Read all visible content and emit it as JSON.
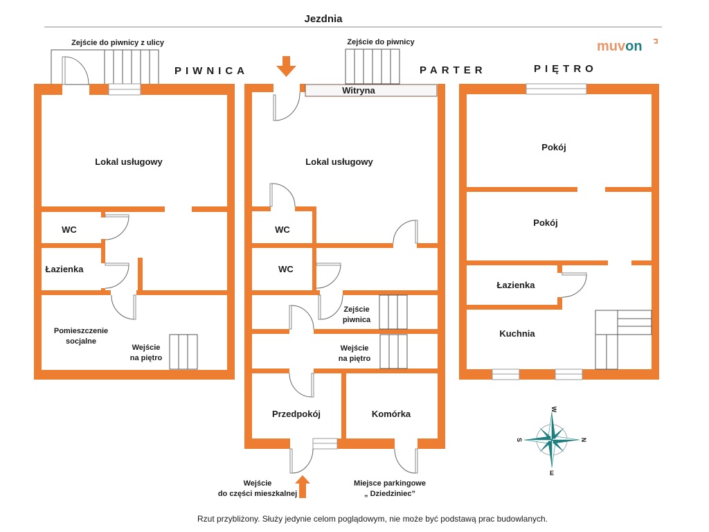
{
  "header": {
    "street_label": "Jezdnia",
    "brand_logo": {
      "text_part1": "muv",
      "text_part2": "on",
      "colors": {
        "muv": "#E8956A",
        "on": "#1E7F80"
      }
    }
  },
  "colors": {
    "wall": "#ED7D31",
    "compass": "#1E7F80",
    "arrow": "#ED7D31"
  },
  "floors": [
    {
      "name": "PIWNICA",
      "annotations": [
        "Zejście do piwnicy z ulicy"
      ],
      "rooms": [
        {
          "label": "Lokal usługowy"
        },
        {
          "label": "WC"
        },
        {
          "label": "Łazienka"
        },
        {
          "label": "Pomieszczenie",
          "label2": "socjalne"
        },
        {
          "label": "Wejście",
          "label2": "na piętro"
        }
      ]
    },
    {
      "name": "PARTER",
      "annotations": [
        "Zejście do piwnicy",
        "Witryna"
      ],
      "rooms": [
        {
          "label": "Lokal usługowy"
        },
        {
          "label": "WC"
        },
        {
          "label": "WC"
        },
        {
          "label": "Zejście",
          "label2": "piwnica"
        },
        {
          "label": "Wejście",
          "label2": "na piętro"
        },
        {
          "label": "Przedpokój"
        },
        {
          "label": "Komórka"
        }
      ],
      "entrances": [
        {
          "label": "Wejście",
          "label2": "do części mieszkalnej"
        },
        {
          "label": "Miejsce parkingowe",
          "label2": "„ Dziedziniec”"
        }
      ]
    },
    {
      "name": "PIĘTRO",
      "rooms": [
        {
          "label": "Pokój"
        },
        {
          "label": "Pokój"
        },
        {
          "label": "Łazienka"
        },
        {
          "label": "Kuchnia"
        }
      ]
    }
  ],
  "compass": {
    "north": "N",
    "south": "S",
    "east": "E",
    "west": "W"
  },
  "footer": {
    "disclaimer": "Rzut przybliżony. Służy jedynie celom poglądowym, nie może być podstawą prac budowlanych."
  }
}
